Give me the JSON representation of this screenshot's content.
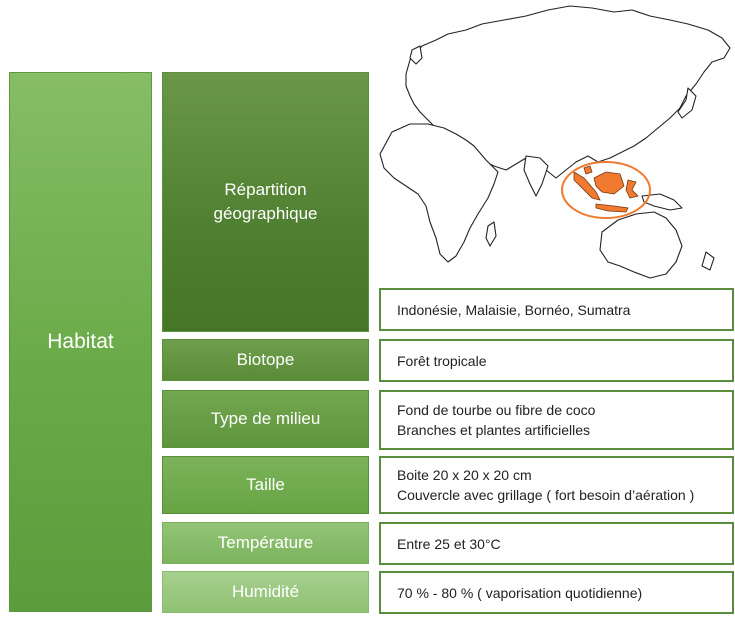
{
  "main_label": "Habitat",
  "rows": [
    {
      "category": "Répartition géographique",
      "lines": [
        "Indonésie, Malaisie, Bornéo, Sumatra"
      ]
    },
    {
      "category": "Biotope",
      "lines": [
        "Forêt tropicale"
      ]
    },
    {
      "category": "Type de milieu",
      "lines": [
        "Fond de tourbe ou fibre de coco",
        "Branches et plantes artificielles"
      ]
    },
    {
      "category": "Taille",
      "lines": [
        "Boite 20 x 20 x 20 cm",
        "Couvercle avec grillage ( fort besoin d’aération )"
      ]
    },
    {
      "category": "Température",
      "lines": [
        "Entre 25 et 30°C"
      ]
    },
    {
      "category": "Humidité",
      "lines": [
        "70 % - 80 % ( vaporisation quotidienne)"
      ]
    }
  ],
  "colors": {
    "highlight": "#f07a2f",
    "box_border": "#5b8e3c"
  },
  "map_icon": "world-map-icon"
}
